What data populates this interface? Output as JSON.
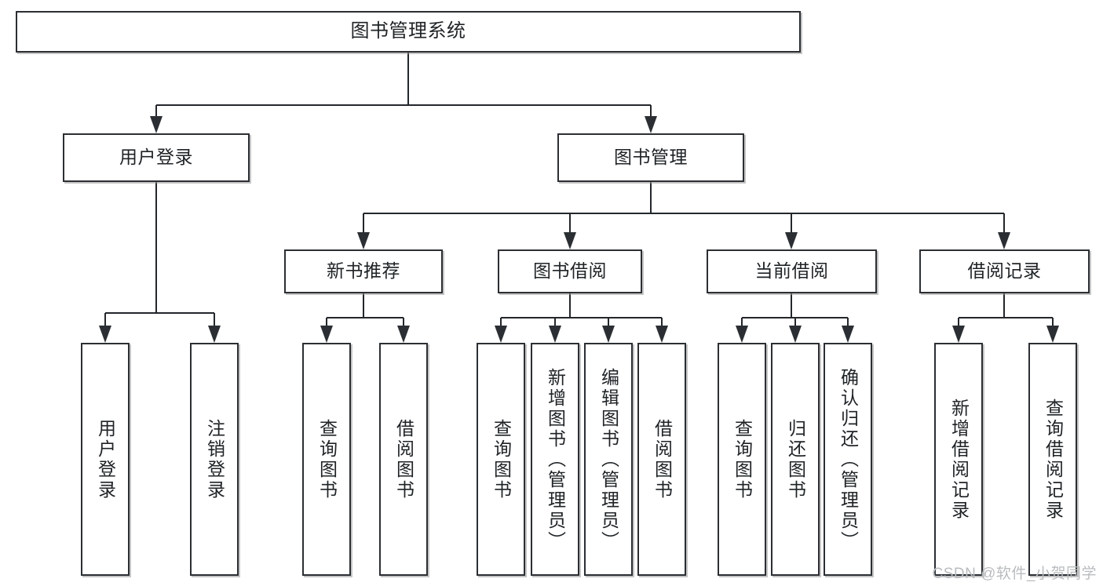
{
  "diagram": {
    "title": "图书管理系统",
    "type": "hierarchy-tree",
    "root": {
      "label": "图书管理系统"
    },
    "level2": [
      {
        "label": "用户登录"
      },
      {
        "label": "图书管理"
      }
    ],
    "level3": [
      {
        "label": "新书推荐"
      },
      {
        "label": "图书借阅"
      },
      {
        "label": "当前借阅"
      },
      {
        "label": "借阅记录"
      }
    ],
    "leaves": {
      "user_login": [
        {
          "label": "用户登录"
        },
        {
          "label": "注销登录"
        }
      ],
      "new_book_recommend": [
        {
          "label": "查询图书"
        },
        {
          "label": "借阅图书"
        }
      ],
      "book_borrow": [
        {
          "label": "查询图书"
        },
        {
          "label": "新增图书（管理员）"
        },
        {
          "label": "编辑图书（管理员）"
        },
        {
          "label": "借阅图书"
        }
      ],
      "current_borrow": [
        {
          "label": "查询图书"
        },
        {
          "label": "归还图书"
        },
        {
          "label": "确认归还（管理员）"
        }
      ],
      "borrow_record": [
        {
          "label": "新增借阅记录"
        },
        {
          "label": "查询借阅记录"
        }
      ]
    }
  },
  "watermark": {
    "text": "CSDN @软件_小贺同学"
  },
  "colors": {
    "box_border": "#2b2f33",
    "box_fill": "#ffffff",
    "connector": "#23272b",
    "text": "#1f2326",
    "watermark": "#b9bcbf",
    "background": "#ffffff"
  }
}
